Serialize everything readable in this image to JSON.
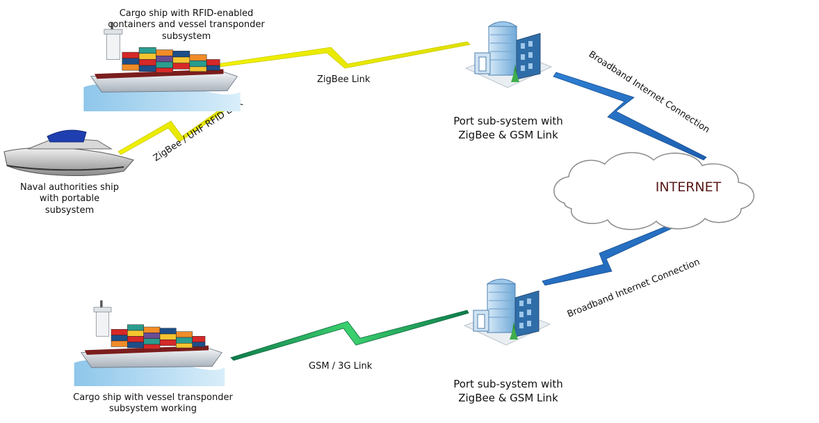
{
  "nodes": {
    "cargo_ship_top": {
      "caption": [
        "Cargo ship with RFID-enabled",
        "containers and vessel transponder",
        "subsystem"
      ]
    },
    "naval_ship": {
      "caption": [
        "Naval authorities ship",
        "with portable",
        "subsystem"
      ]
    },
    "cargo_ship_bottom": {
      "caption": [
        "Cargo ship with vessel transponder",
        "subsystem working"
      ]
    },
    "port_top": {
      "caption": [
        "Port sub-system with",
        "ZigBee & GSM Link"
      ]
    },
    "port_bottom": {
      "caption": [
        "Port sub-system with",
        "ZigBee & GSM Link"
      ]
    },
    "internet": {
      "label": "INTERNET"
    }
  },
  "links": {
    "zigbee": {
      "label": "ZigBee Link",
      "color": "#e6e600"
    },
    "zigbee_uhf": {
      "label": "ZigBee / UHF RFID Link",
      "color": "#e6e600"
    },
    "gsm_3g": {
      "label": "GSM / 3G Link",
      "color": "#22c55e"
    },
    "broadband_top": {
      "label": "Broadband Internet Connection",
      "color": "#1e88e5"
    },
    "broadband_bottom": {
      "label": "Broadband Internet Connection",
      "color": "#1e88e5"
    }
  }
}
